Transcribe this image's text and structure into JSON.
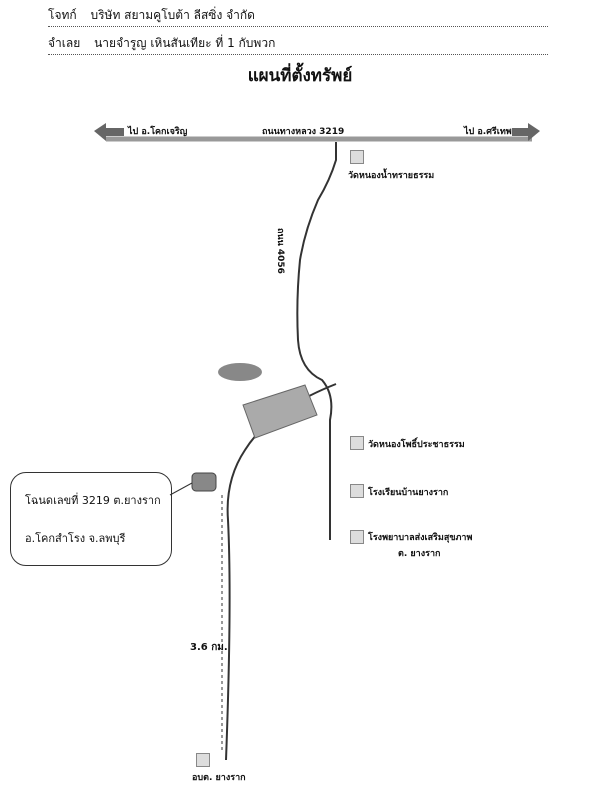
{
  "header": {
    "plaintiff_label": "โจทก์",
    "plaintiff": "บริษัท สยามคูโบต้า ลีสซิ่ง จำกัด",
    "defendant_label": "จำเลย",
    "defendant": "นายจำรูญ เหินสันเทียะ ที่ 1 กับพวก"
  },
  "title": "แผนที่ตั้งทรัพย์",
  "map": {
    "to_left": "ไป อ.โคกเจริญ",
    "highway": "ถนนทางหลวง 3219",
    "to_right": "ไป อ.ศรีเทพ",
    "temple1": "วัดหนองน้ำทรายธรรม",
    "road": "ถนน 4056",
    "temple2": "วัดหนองโพธิ์ประชาธรรม",
    "school": "โรงเรียนบ้านยางราก",
    "hospital": "โรงพยาบาลส่งเสริมสุขภาพ",
    "hospital_sub": "ต. ยางราก",
    "distance": "3.6 กม.",
    "office": "อบต. ยางราก",
    "deed_line1": "โฉนดเลขที่ 3219  ต.ยางราก",
    "deed_line2": "อ.โคกสำโรง   จ.ลพบุรี"
  }
}
